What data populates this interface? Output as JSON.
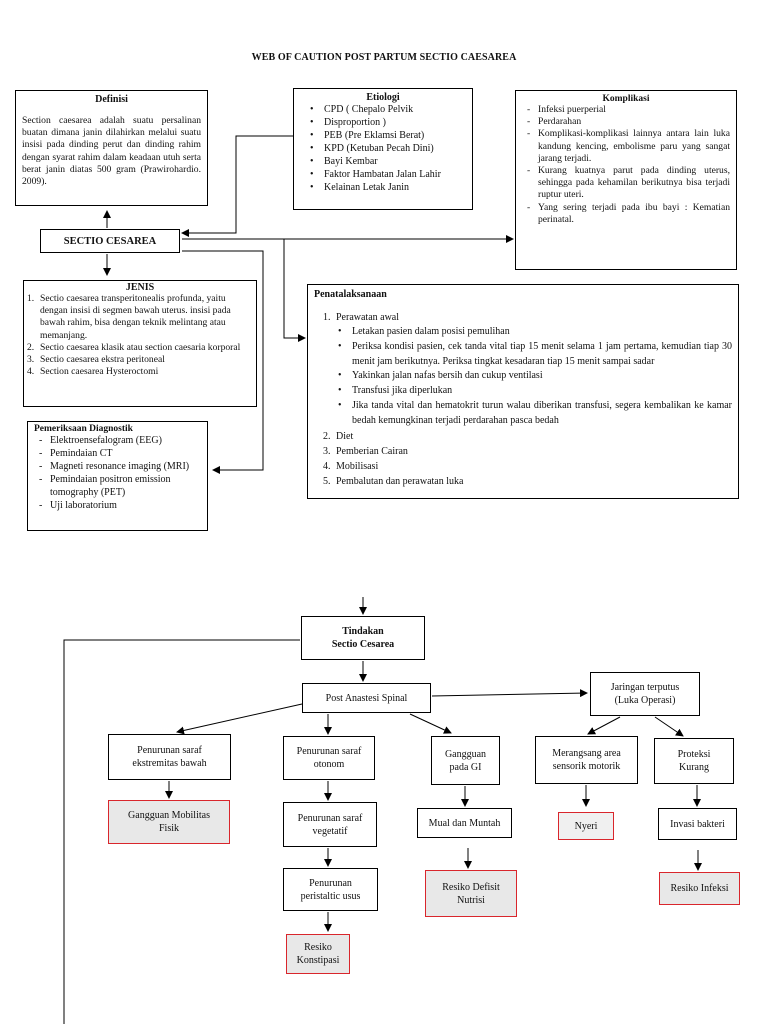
{
  "title": "WEB OF CAUTION POST PARTUM SECTIO CAESAREA",
  "definisi": {
    "heading": "Definisi",
    "text": "Section caesarea adalah suatu persalinan buatan dimana janin dilahirkan melalui suatu insisi pada dinding perut dan dinding rahim dengan syarat rahim dalam keadaan utuh serta berat janin diatas 500 gram (Prawirohardio. 2009)."
  },
  "etiologi": {
    "heading": "Etiologi",
    "items": [
      "CPD ( Chepalo Pelvik",
      "Disproportion )",
      "PEB (Pre Eklamsi Berat)",
      "KPD (Ketuban Pecah Dini)",
      "Bayi Kembar",
      "Faktor Hambatan Jalan Lahir",
      "Kelainan Letak Janin"
    ]
  },
  "komplikasi": {
    "heading": "Komplikasi",
    "items": [
      "Infeksi puerperial",
      "Perdarahan",
      "Komplikasi-komplikasi lainnya antara lain luka kandung kencing, embolisme paru yang sangat jarang terjadi.",
      "Kurang kuatnya parut pada dinding uterus, sehingga pada kehamilan berikutnya bisa terjadi ruptur uteri.",
      "Yang sering terjadi pada ibu bayi : Kematian perinatal."
    ]
  },
  "sectio": {
    "label": "SECTIO CESAREA"
  },
  "jenis": {
    "heading": "JENIS",
    "items": [
      "Sectio caesarea transperitonealis profunda, yaitu dengan insisi di segmen bawah uterus. insisi pada bawah rahim, bisa dengan teknik melintang atau memanjang.",
      "Sectio caesarea klasik atau section caesaria korporal",
      "Sectio caesarea ekstra peritoneal",
      "Section caesarea Hysteroctomi"
    ]
  },
  "pemeriksaan": {
    "heading": "Pemeriksaan Diagnostik",
    "items": [
      "Elektroensefalogram (EEG)",
      "Pemindaian CT",
      "Magneti resonance imaging (MRI)",
      "Pemindaian positron emission tomography (PET)",
      "Uji laboratorium"
    ]
  },
  "penatalaksanaan": {
    "heading": "Penatalaksanaan",
    "step1": "Perawatan awal",
    "sub": [
      "Letakan pasien dalam posisi pemulihan",
      "Periksa kondisi pasien, cek tanda vital tiap 15 menit selama 1 jam pertama, kemudian tiap 30 menit jam berikutnya. Periksa tingkat kesadaran tiap 15 menit sampai sadar",
      "Yakinkan jalan nafas bersih dan cukup ventilasi",
      "Transfusi jika diperlukan",
      "Jika tanda vital dan hematokrit turun walau diberikan transfusi, segera kembalikan ke kamar bedah kemungkinan terjadi perdarahan pasca bedah"
    ],
    "steps": [
      "Diet",
      "Pemberian Cairan",
      "Mobilisasi",
      "Pembalutan dan perawatan luka"
    ]
  },
  "flow": {
    "tindakan_1": "Tindakan",
    "tindakan_2": "Sectio Cesarea",
    "post_anastesi": "Post Anastesi Spinal",
    "jaringan_1": "Jaringan terputus",
    "jaringan_2": "(Luka Operasi)",
    "penurunan_ekstremitas": "Penurunan saraf ekstremitas bawah",
    "penurunan_otonom": "Penurunan saraf otonom",
    "gangguan_gi": "Gangguan pada GI",
    "merangsang": "Merangsang area sensorik motorik",
    "proteksi": "Proteksi Kurang",
    "gangguan_mobilitas": "Gangguan Mobilitas Fisik",
    "penurunan_vegetatif": "Penurunan saraf vegetatif",
    "mual": "Mual dan Muntah",
    "nyeri": "Nyeri",
    "invasi": "Invasi bakteri",
    "penurunan_peristaltic": "Penurunan peristaltic usus",
    "resiko_defisit": "Resiko Defisit Nutrisi",
    "resiko_infeksi": "Resiko Infeksi",
    "resiko_konstipasi": "Resiko Konstipasi"
  }
}
